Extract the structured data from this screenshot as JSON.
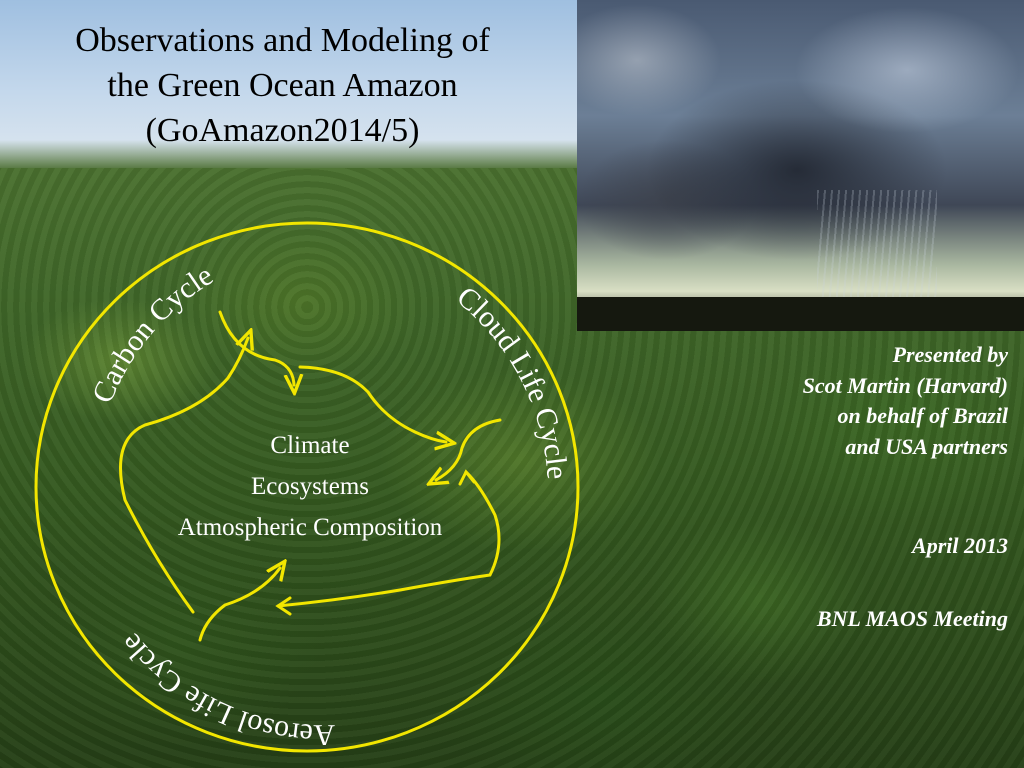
{
  "title": {
    "line1": "Observations and Modeling of",
    "line2": "the Green Ocean Amazon",
    "line3": "(GoAmazon2014/5)"
  },
  "diagram": {
    "cycles": {
      "carbon": "Carbon Cycle",
      "cloud": "Cloud Life Cycle",
      "aerosol": "Aerosol Life Cycle"
    },
    "center": {
      "line1": "Climate",
      "line2": "Ecosystems",
      "line3": "Atmospheric Composition"
    },
    "colors": {
      "ring": "#f2e600",
      "text": "#ffffff"
    }
  },
  "credits": {
    "line1": "Presented by",
    "line2": "Scot Martin (Harvard)",
    "line3": "on behalf of Brazil",
    "line4": "and USA partners",
    "date": "April 2013",
    "meeting": "BNL MAOS Meeting"
  }
}
